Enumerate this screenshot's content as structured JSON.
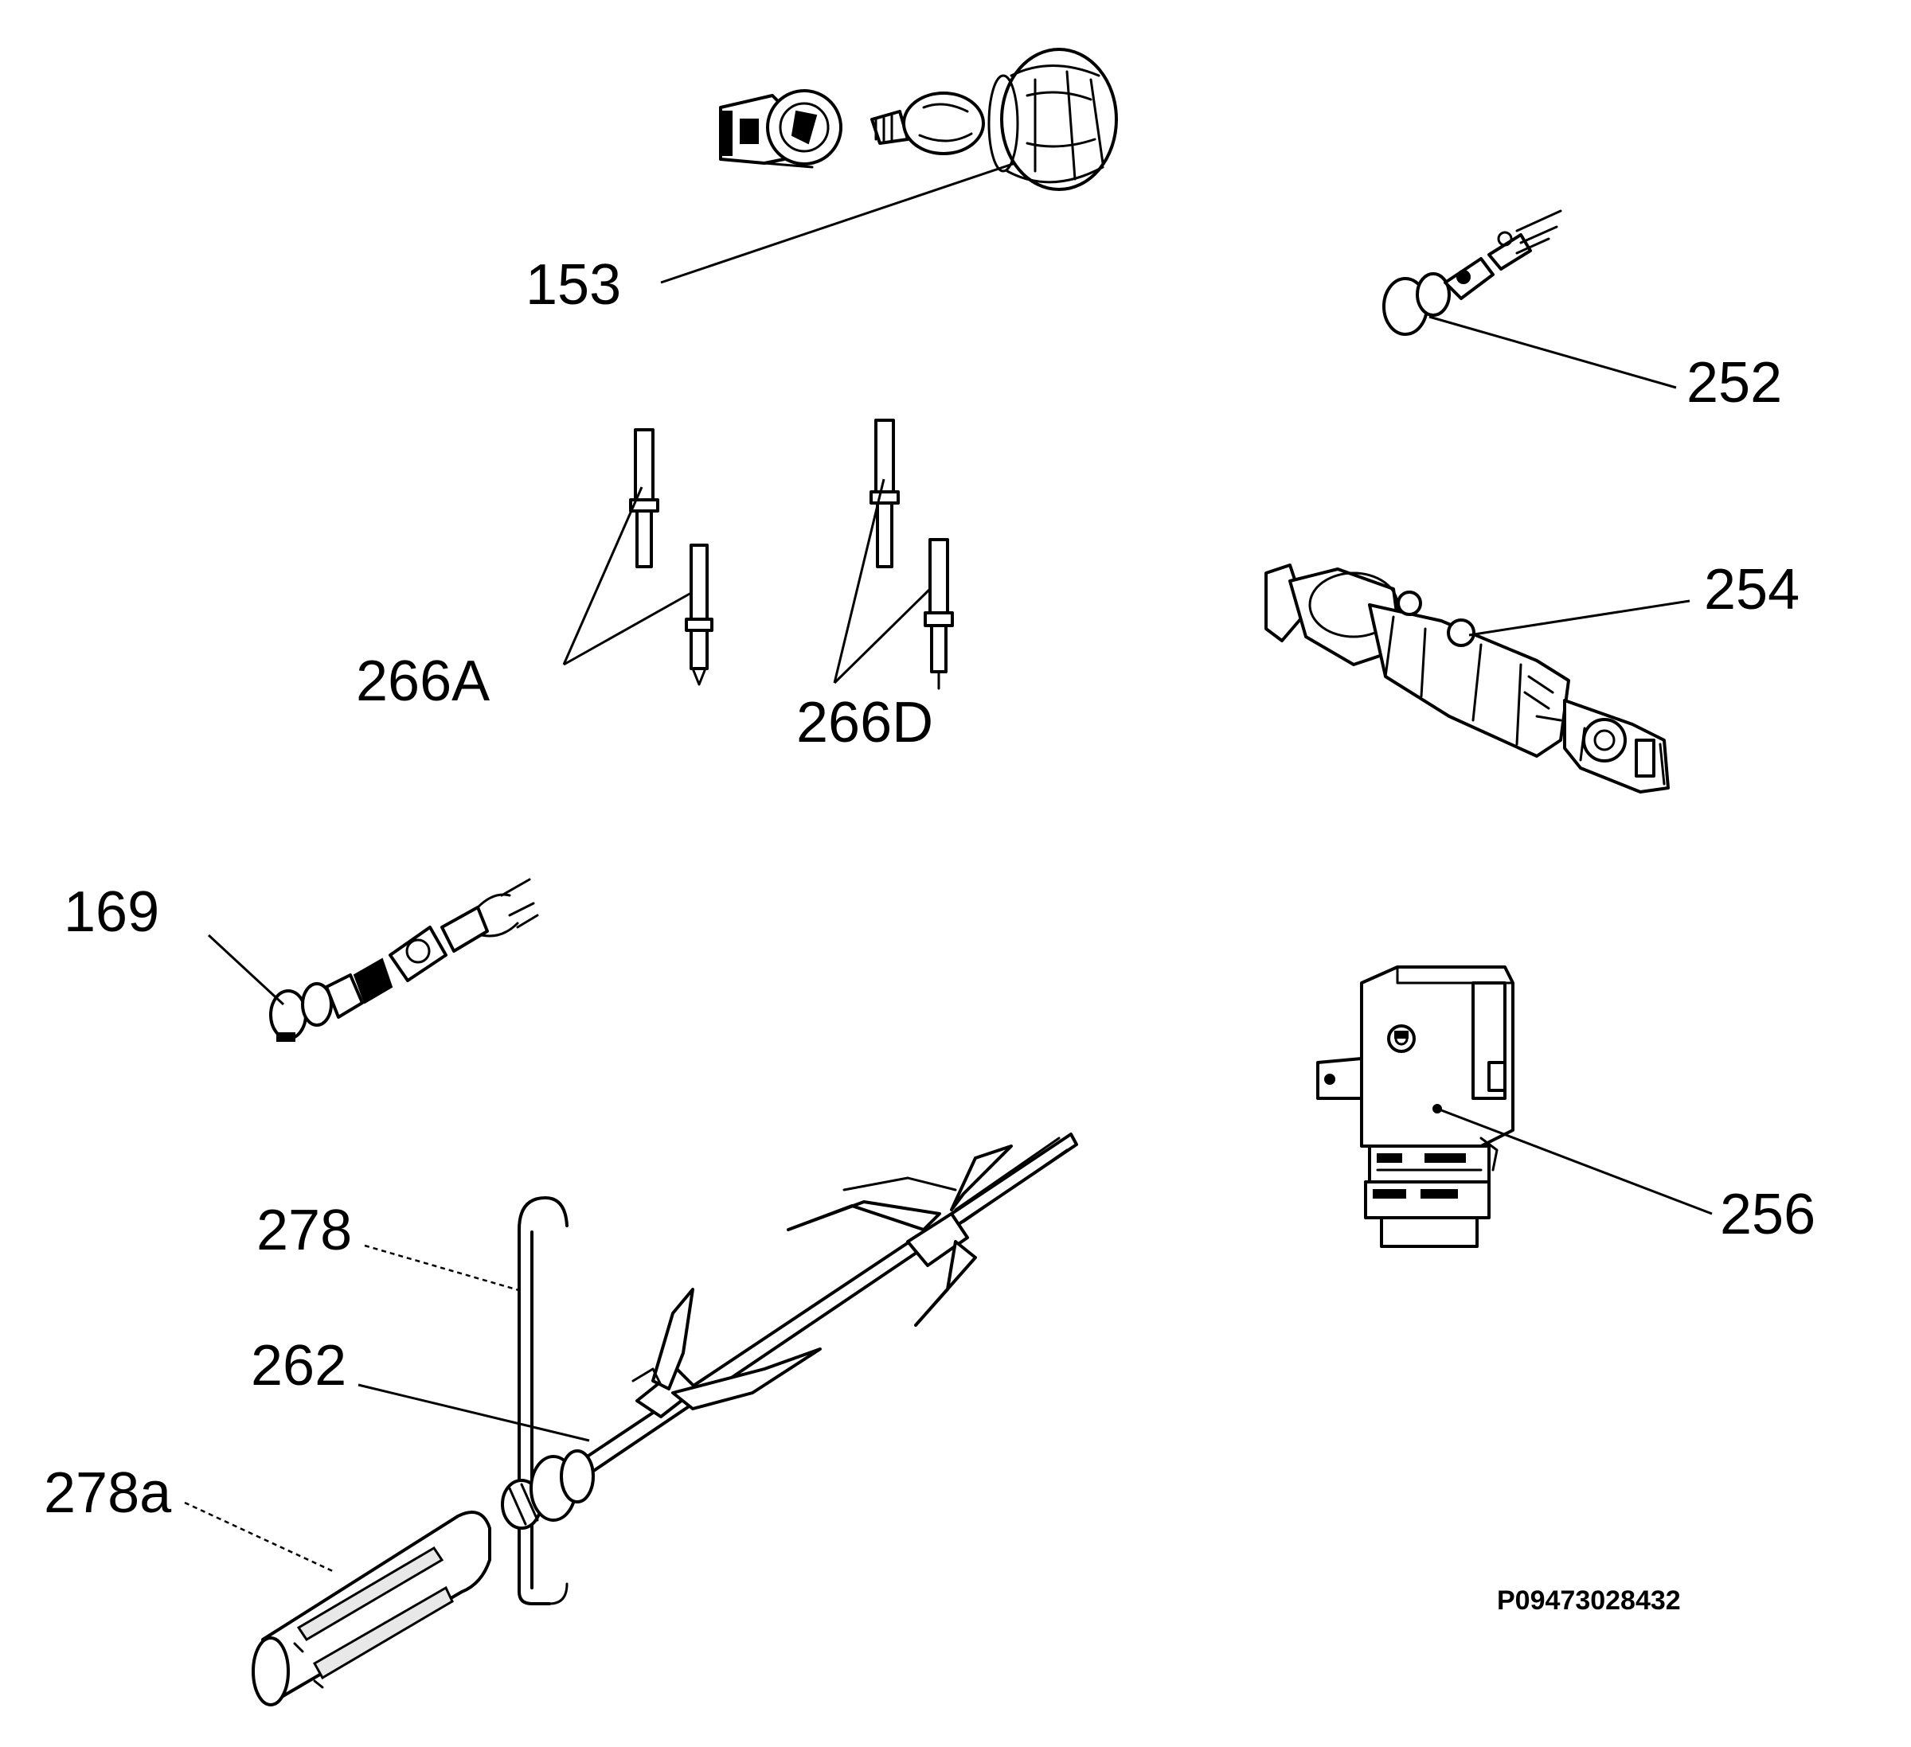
{
  "labels": {
    "part_153": "153",
    "part_252": "252",
    "part_254": "254",
    "part_266A": "266A",
    "part_266D": "266D",
    "part_169": "169",
    "part_256": "256",
    "part_278": "278",
    "part_262": "262",
    "part_278a": "278a"
  },
  "reference_code": "P09473028432"
}
